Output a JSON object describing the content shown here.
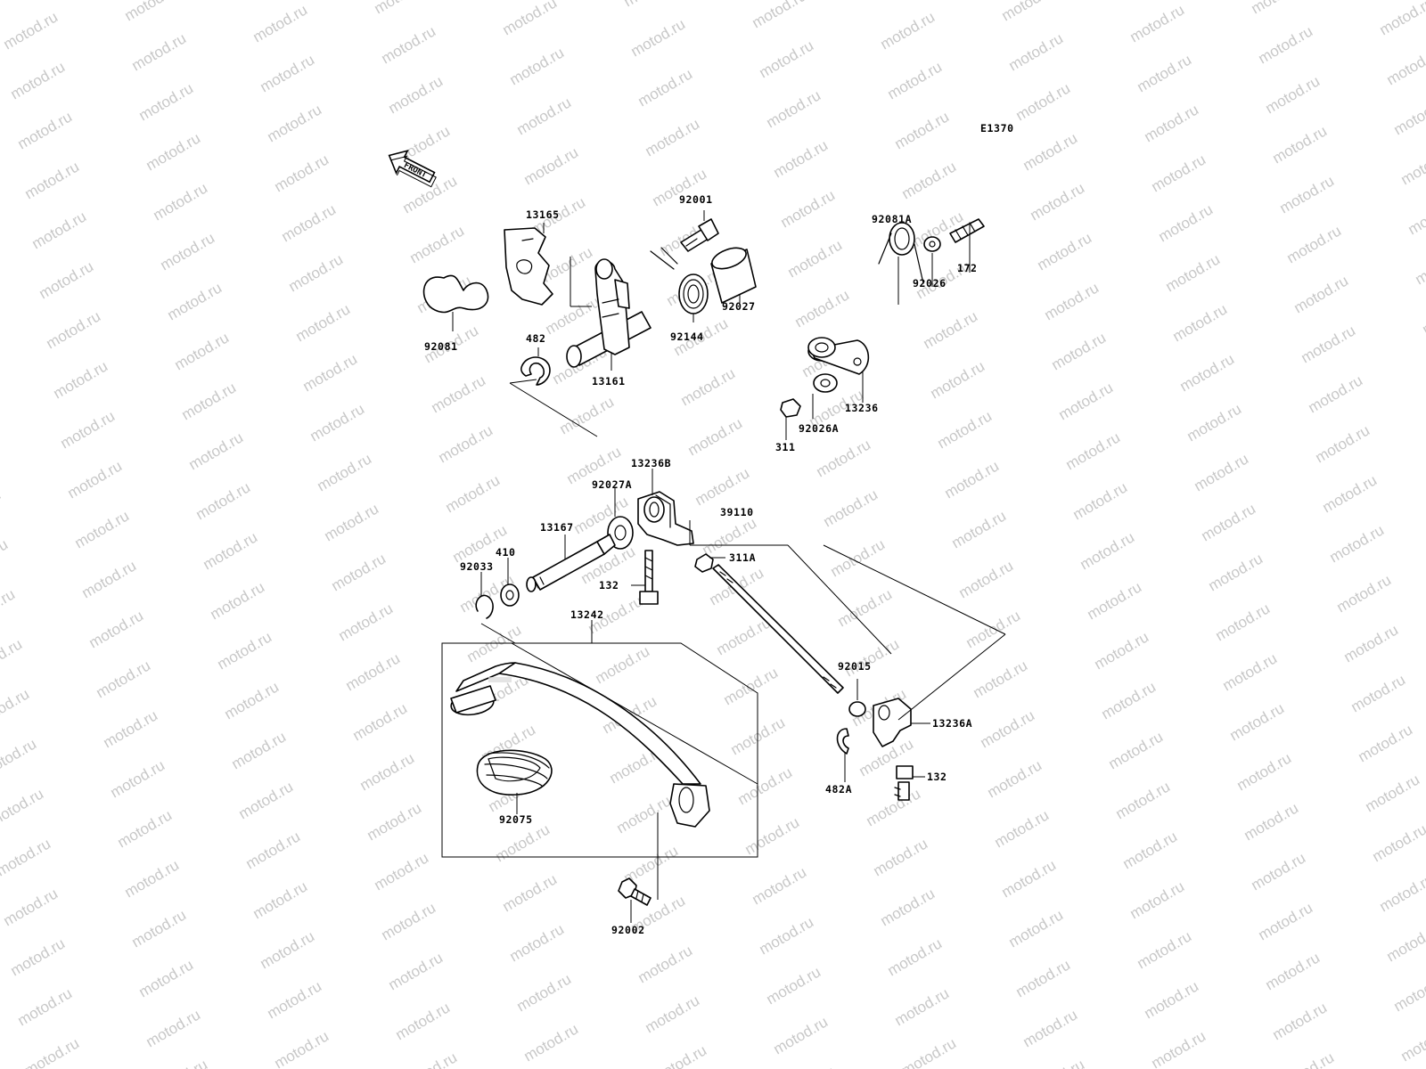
{
  "watermark": "motod.ru",
  "diagram_code": "E1370",
  "front_label": "FRONT",
  "parts": {
    "p92001": "92001",
    "p13165": "13165",
    "p92081": "92081",
    "p482": "482",
    "p13161": "13161",
    "p92144": "92144",
    "p92027": "92027",
    "p172": "172",
    "p92026": "92026",
    "p92081A": "92081A",
    "p13236": "13236",
    "p92026A": "92026A",
    "p311": "311",
    "p13236B": "13236B",
    "p92027A": "92027A",
    "p39110": "39110",
    "p13167": "13167",
    "p410": "410",
    "p92033": "92033",
    "p132a": "132",
    "p311A": "311A",
    "p13242": "13242",
    "p92015": "92015",
    "p13236A": "13236A",
    "p482A": "482A",
    "p132b": "132",
    "p92075": "92075",
    "p92002": "92002"
  }
}
